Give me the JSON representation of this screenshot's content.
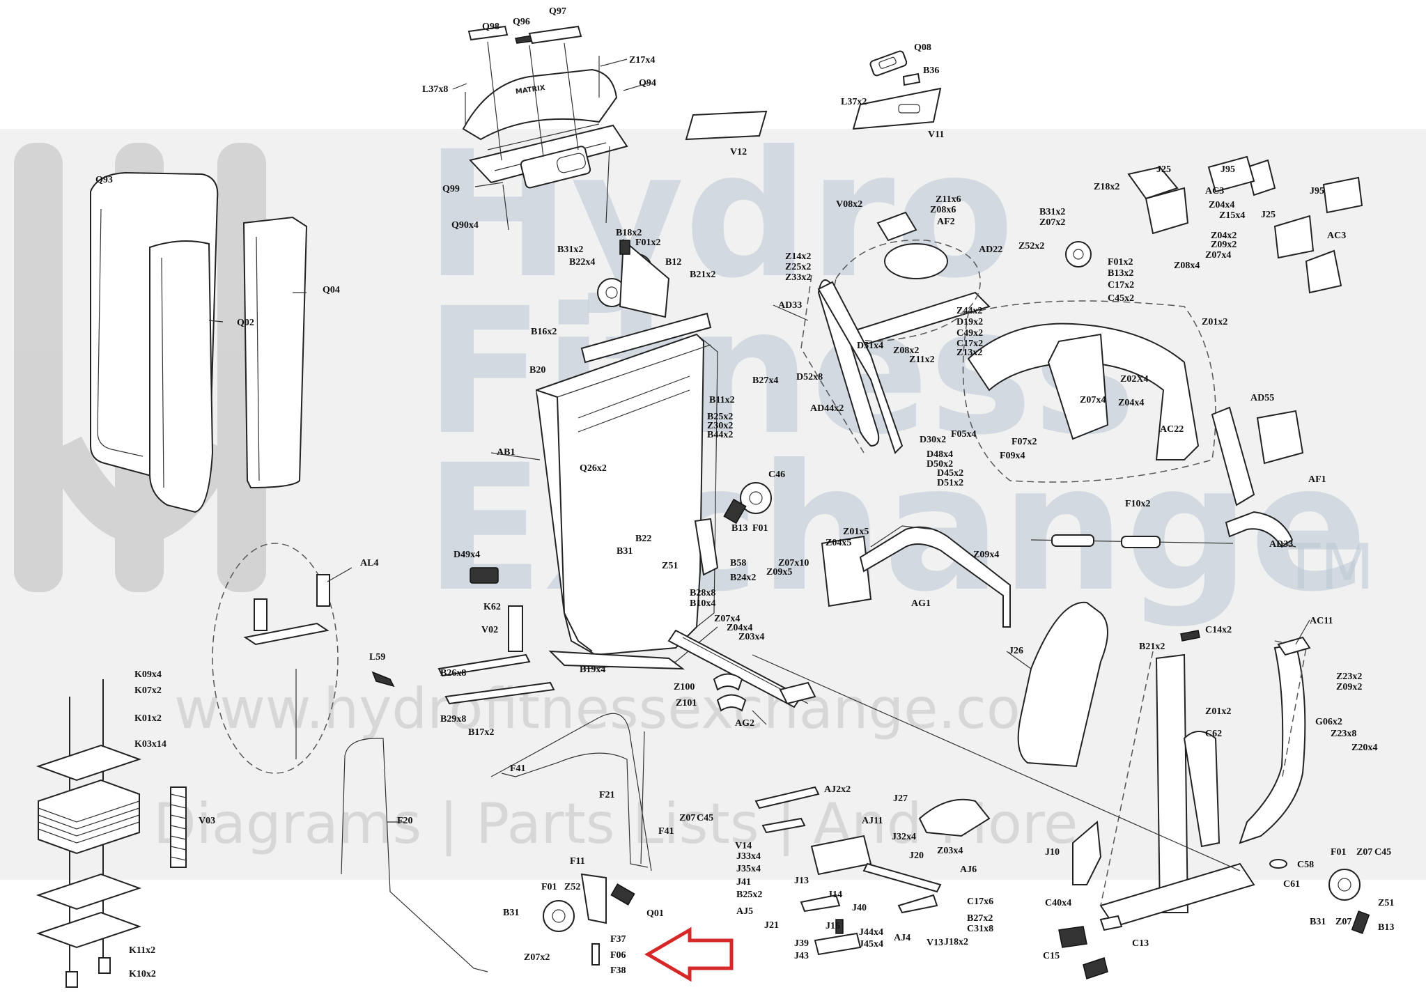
{
  "watermark": {
    "line1": "Hydro",
    "line2": "Fitness",
    "line3": "Exchange",
    "trademark": "TM",
    "url": "www.hydrofitnessexchange.com",
    "tagline": "Diagrams | Parts Lists | And More"
  },
  "brand_on_part": "MATRIX",
  "colors": {
    "watermark_band": "#e6e6e6",
    "watermark_letters": "#b9c7d3",
    "callout_arrow": "#d62828",
    "line": "#222222"
  },
  "labels": {
    "Q98": "Q98",
    "Q96": "Q96",
    "Q97": "Q97",
    "Z17x4": "Z17x4",
    "L37x8": "L37x8",
    "Q94": "Q94",
    "Q08": "Q08",
    "B36": "B36",
    "L37x2": "L37x2",
    "V11": "V11",
    "V12": "V12",
    "Q93": "Q93",
    "Q99": "Q99",
    "Q90x4": "Q90x4",
    "Q02": "Q02",
    "Q04": "Q04",
    "B18x2": "B18x2",
    "F01x2a": "F01x2",
    "B31x2a": "B31x2",
    "B22x4": "B22x4",
    "B12": "B12",
    "B21x2a": "B21x2",
    "B16x2": "B16x2",
    "B20": "B20",
    "B27x4a": "B27x4",
    "B11x2": "B11x2",
    "B25x2a": "B25x2",
    "Z30x2": "Z30x2",
    "B44x2": "B44x2",
    "Q26x2": "Q26x2",
    "AB1": "AB1",
    "C46": "C46",
    "B13a": "B13",
    "F01a": "F01",
    "B22": "B22",
    "B31a": "B31",
    "Z51a": "Z51",
    "B58": "B58",
    "B24x2": "B24x2",
    "D49x4": "D49x4",
    "K62": "K62",
    "B28x8": "B28x8",
    "B10x4": "B10x4",
    "V02": "V02",
    "B26x8": "B26x8",
    "B19x4": "B19x4",
    "B29x8": "B29x8",
    "B17x2": "B17x2",
    "Z07x4": "Z07x4",
    "Z04x4a": "Z04x4",
    "Z03x4": "Z03x4",
    "Z100": "Z100",
    "Z101": "Z101",
    "AG2": "AG2",
    "AL4": "AL4",
    "L59": "L59",
    "K09x4": "K09x4",
    "K07x2": "K07x2",
    "K01x2": "K01x2",
    "K03x14": "K03x14",
    "V03": "V03",
    "K11x2": "K11x2",
    "K10x2": "K10x2",
    "F20": "F20",
    "F41a": "F41",
    "F21": "F21",
    "F41b": "F41",
    "Z07a": "Z07",
    "C45a": "C45",
    "F11": "F11",
    "F01b": "F01",
    "Z52a": "Z52",
    "Q01": "Q01",
    "B31b": "B31",
    "Z07x2": "Z07x2",
    "F37": "F37",
    "F06": "F06",
    "F38": "F38",
    "V08x2": "V08x2",
    "Z11x6": "Z11x6",
    "Z08x6": "Z08x6",
    "AF2": "AF2",
    "Z14x2": "Z14x2",
    "Z25x2": "Z25x2",
    "Z33x2": "Z33x2",
    "AD22": "AD22",
    "AD33a": "AD33",
    "Z44x2": "Z44x2",
    "D19x2": "D19x2",
    "D51x4": "D51x4",
    "Z08x2": "Z08x2",
    "C49x2": "C49x2",
    "C17x2a": "C17x2",
    "Z13x2": "Z13x2",
    "Z11x2": "Z11x2",
    "D52x8": "D52x8",
    "AD44x2": "AD44x2",
    "D30x2": "D30x2",
    "D48x4": "D48x4",
    "D50x2": "D50x2",
    "D45x2": "D45x2",
    "D51x2": "D51x2",
    "Z18x2": "Z18x2",
    "J25a": "J25",
    "J95a": "J95",
    "B31x2b": "B31x2",
    "Z07x2b": "Z07x2",
    "AC3a": "AC3",
    "Z04x4b": "Z04x4",
    "Z15x4": "Z15x4",
    "Z04x2": "Z04x2",
    "Z09x2a": "Z09x2",
    "Z08x4": "Z08x4",
    "Z07x4b": "Z07x4",
    "J95b": "J95",
    "J25b": "J25",
    "AC3b": "AC3",
    "Z52x2": "Z52x2",
    "F01x2b": "F01x2",
    "B13x2": "B13x2",
    "C17x2b": "C17x2",
    "C45x2": "C45x2",
    "Z01x2a": "Z01x2",
    "Z02X4": "Z02X4",
    "Z07x4c": "Z07x4",
    "Z04x4c": "Z04x4",
    "AD55": "AD55",
    "AC22": "AC22",
    "F05x4": "F05x4",
    "F07x2": "F07x2",
    "F09x4": "F09x4",
    "AF1": "AF1",
    "F10x2": "F10x2",
    "AD33b": "AD33",
    "Z01x5": "Z01x5",
    "Z04x5": "Z04x5",
    "Z09x4": "Z09x4",
    "Z07x10": "Z07x10",
    "Z09x5": "Z09x5",
    "AG1": "AG1",
    "J26": "J26",
    "C14x2": "C14x2",
    "AC11": "AC11",
    "B21x2b": "B21x2",
    "Z23x2": "Z23x2",
    "Z09x2b": "Z09x2",
    "Z01x2b": "Z01x2",
    "C62": "C62",
    "G06x2": "G06x2",
    "Z23x8": "Z23x8",
    "Z20x4": "Z20x4",
    "AJ2x2": "AJ2x2",
    "J27": "J27",
    "AJ11": "AJ11",
    "J32x4": "J32x4",
    "Z03x4b": "Z03x4",
    "J20": "J20",
    "V14": "V14",
    "J33x4": "J33x4",
    "J35x4": "J35x4",
    "J41": "J41",
    "J13": "J13",
    "AJ6": "AJ6",
    "B25x2b": "B25x2",
    "J14": "J14",
    "C17x6": "C17x6",
    "AJ5": "AJ5",
    "J40": "J40",
    "B27x2": "B27x2",
    "C31x8": "C31x8",
    "J21": "J21",
    "J16": "J16",
    "J44x4": "J44x4",
    "AJ4": "AJ4",
    "V13": "V13",
    "J39": "J39",
    "J45x4": "J45x4",
    "J18x2": "J18x2",
    "J43": "J43",
    "J10": "J10",
    "C58": "C58",
    "C61": "C61",
    "C40x4": "C40x4",
    "C13": "C13",
    "C15": "C15",
    "F01c": "F01",
    "Z07b": "Z07",
    "C45b": "C45",
    "Z51b": "Z51",
    "B31c": "B31",
    "Z07c": "Z07",
    "B13b": "B13"
  }
}
